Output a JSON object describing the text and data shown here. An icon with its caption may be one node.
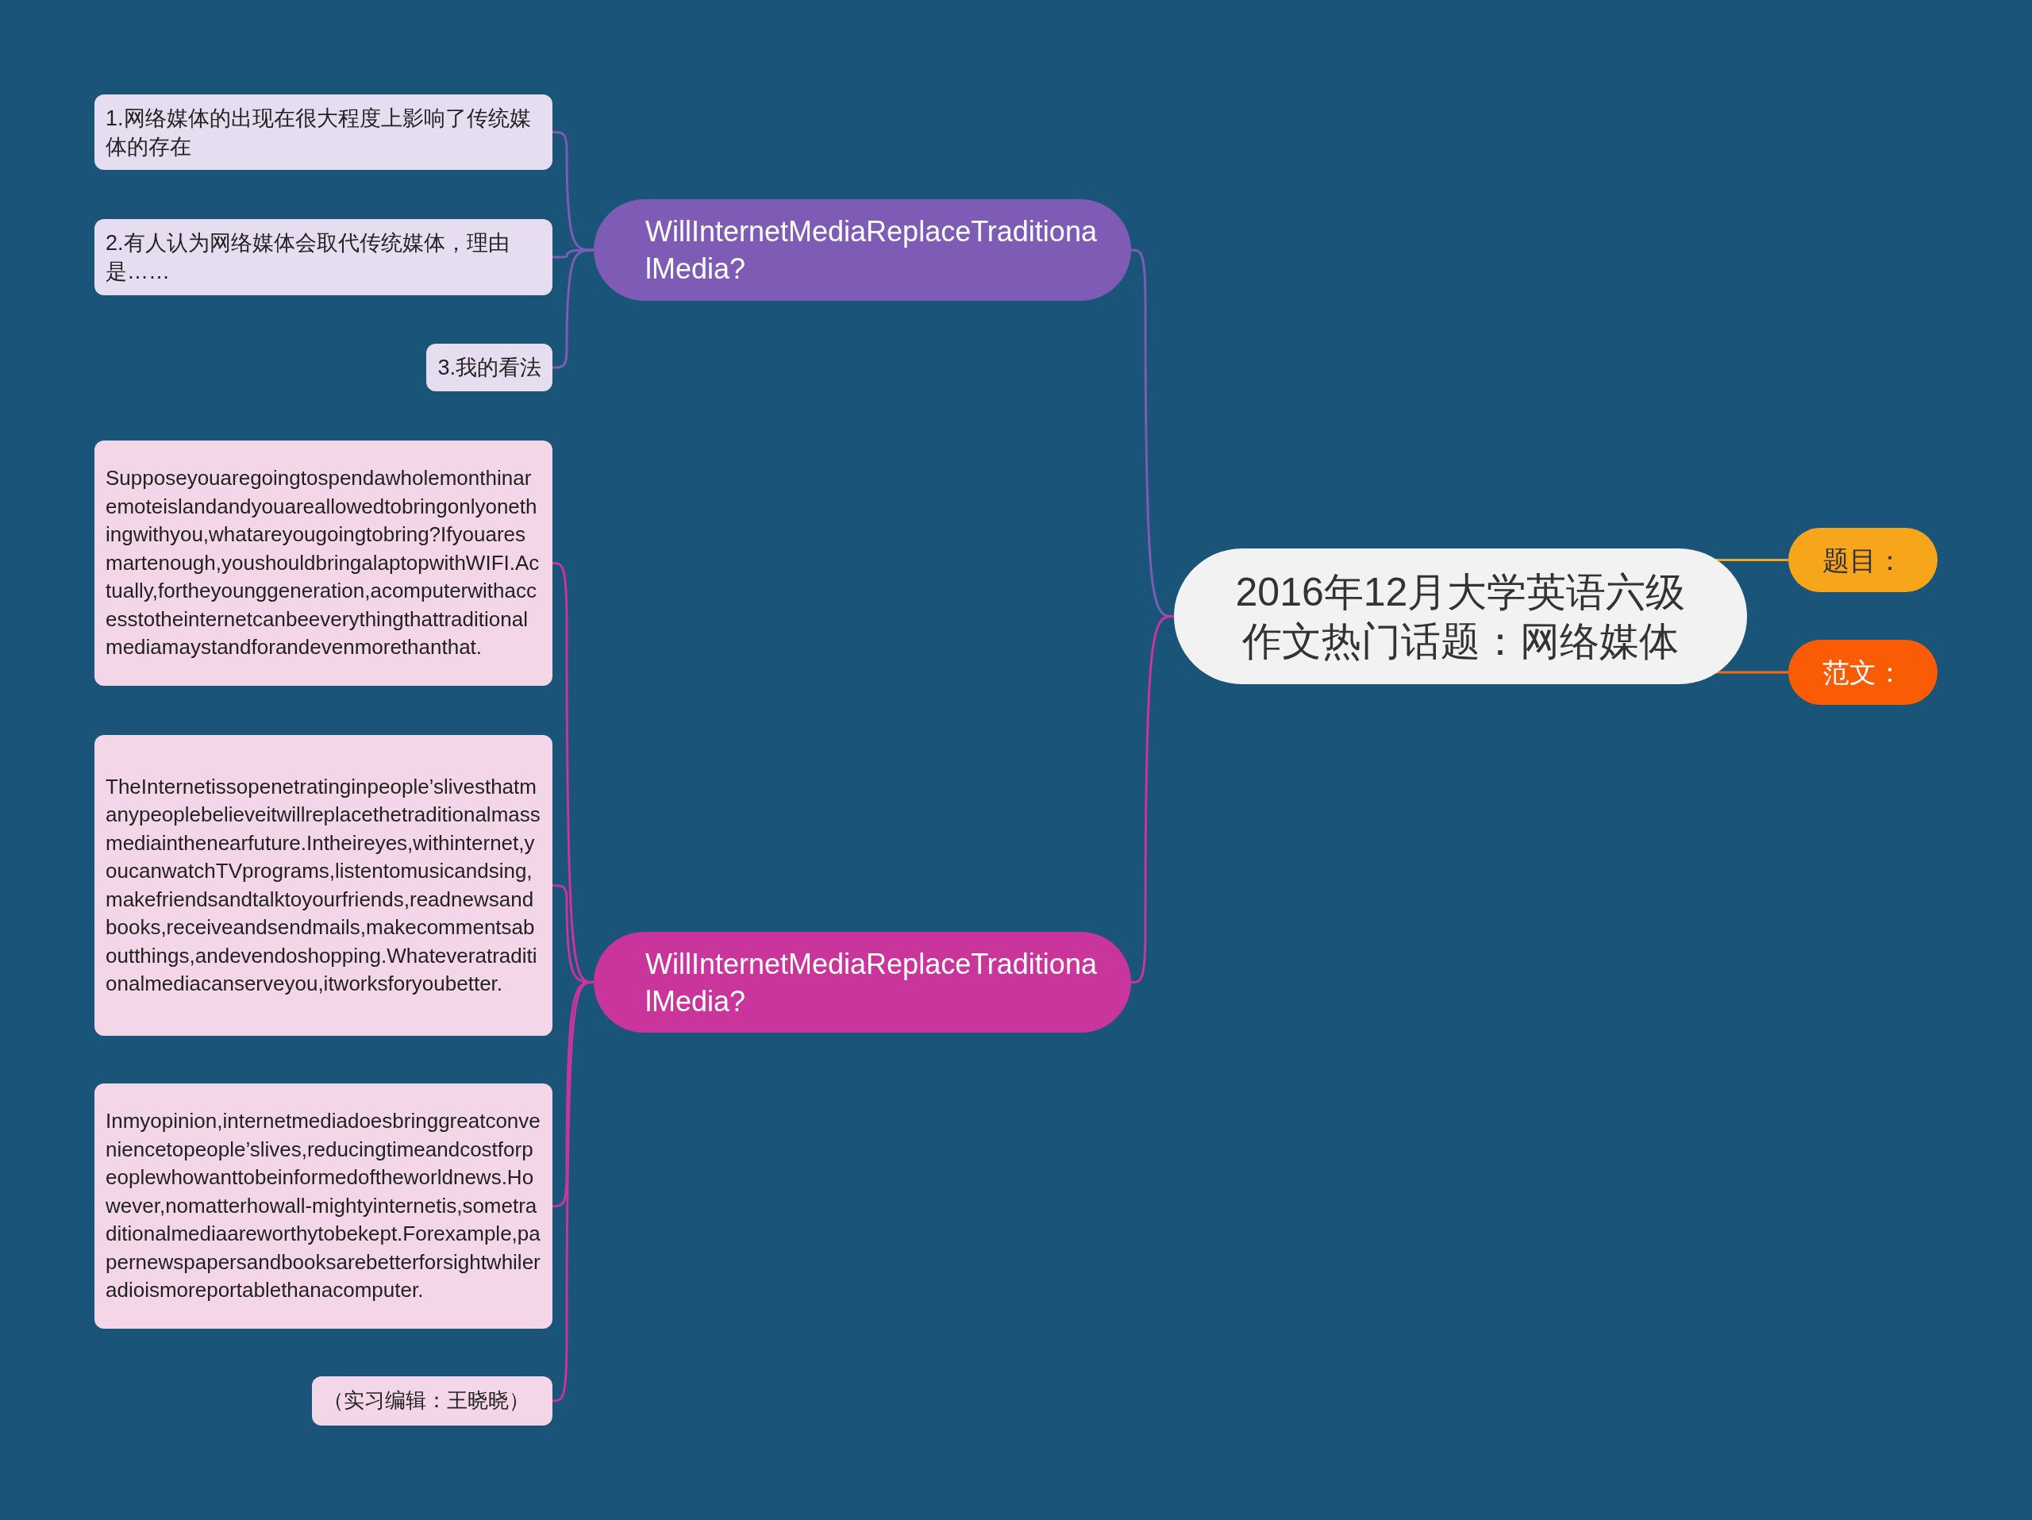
{
  "diagram": {
    "nodes": [
      {
        "text": [
          "2016年12月大学英语六级作文热门话题：网络媒体"
        ]
      },
      {
        "text": [
          "题目："
        ]
      },
      {
        "text": [
          "范文："
        ]
      },
      {
        "text": [
          "WillInternetMediaReplaceTraditionalMedia?"
        ]
      },
      {
        "text": [
          "1.网络媒体的出现在很大程度上影响了传统媒体的存在"
        ]
      },
      {
        "text": [
          "2.有人认为网络媒体会取代传统媒体，理由是……"
        ]
      },
      {
        "text": [
          "3.我的看法"
        ]
      },
      {
        "text": [
          "WillInternetMediaReplaceTraditionalMedia?"
        ]
      },
      {
        "text": [
          "Supposeyouaregoingtospendawholemonthinaremoteislandandyouareallowedtobringonlyonethingwithyou,whatareyougoingtobring?Ifyouaresmartenough,youshouldbringalaptopwithWIFI.Actually,fortheyounggeneration,acomputerwithaccesstotheinternetcanbeeverythingthattraditionalmediamaystandforandevenmorethanthat."
        ]
      },
      {
        "text": [
          "TheInternetissopenetratinginpeople’slivesthatmanypeoplebelieveitwillreplacethetraditionalmassmediainthenearfuture.Intheireyes,withinternet,youcanwatchTVprograms,listentomusicandsing,makefriendsandtalktoyourfriends,readnewsandbooks,receiveandsendmails,makecommentsaboutthings,andevendoshopping.Whateveratraditionalmediacanserveyou,itworksforyoubetter."
        ]
      },
      {
        "text": [
          "Inmyopinion,internetmediadoesbringgreatconveniencetopeople’slives,reducingtimeandcostforpeoplewhowanttobeinformedoftheworldnews.However,nomatterhowall-mightyinternetis,sometraditionalmediaareworthytobekept.Forexample,papernewspapersandbooksarebetterforsightwhileradioismoreportablethanacomputer."
        ]
      },
      {
        "text": [
          "（实习编辑：王晓晓）"
        ]
      }
    ],
    "edges": [
      {
        "from": 0,
        "to": 1,
        "arrow": "none",
        "color": "#f5a623"
      },
      {
        "from": 0,
        "to": 2,
        "arrow": "none",
        "color": "#f26a1b"
      },
      {
        "from": 0,
        "to": 3,
        "arrow": "none",
        "color": "#7e5bb5"
      },
      {
        "from": 3,
        "to": 4,
        "arrow": "none",
        "color": "#7e5bb5"
      },
      {
        "from": 3,
        "to": 5,
        "arrow": "none",
        "color": "#7e5bb5"
      },
      {
        "from": 3,
        "to": 6,
        "arrow": "none",
        "color": "#7e5bb5"
      },
      {
        "from": 0,
        "to": 7,
        "arrow": "none"
      },
      {
        "from": 7,
        "to": 8,
        "arrow": "none"
      },
      {
        "from": 7,
        "to": 9,
        "arrow": "none"
      },
      {
        "from": 7,
        "to": 10,
        "arrow": "none"
      },
      {
        "from": 7,
        "to": 11,
        "arrow": "none"
      }
    ]
  }
}
